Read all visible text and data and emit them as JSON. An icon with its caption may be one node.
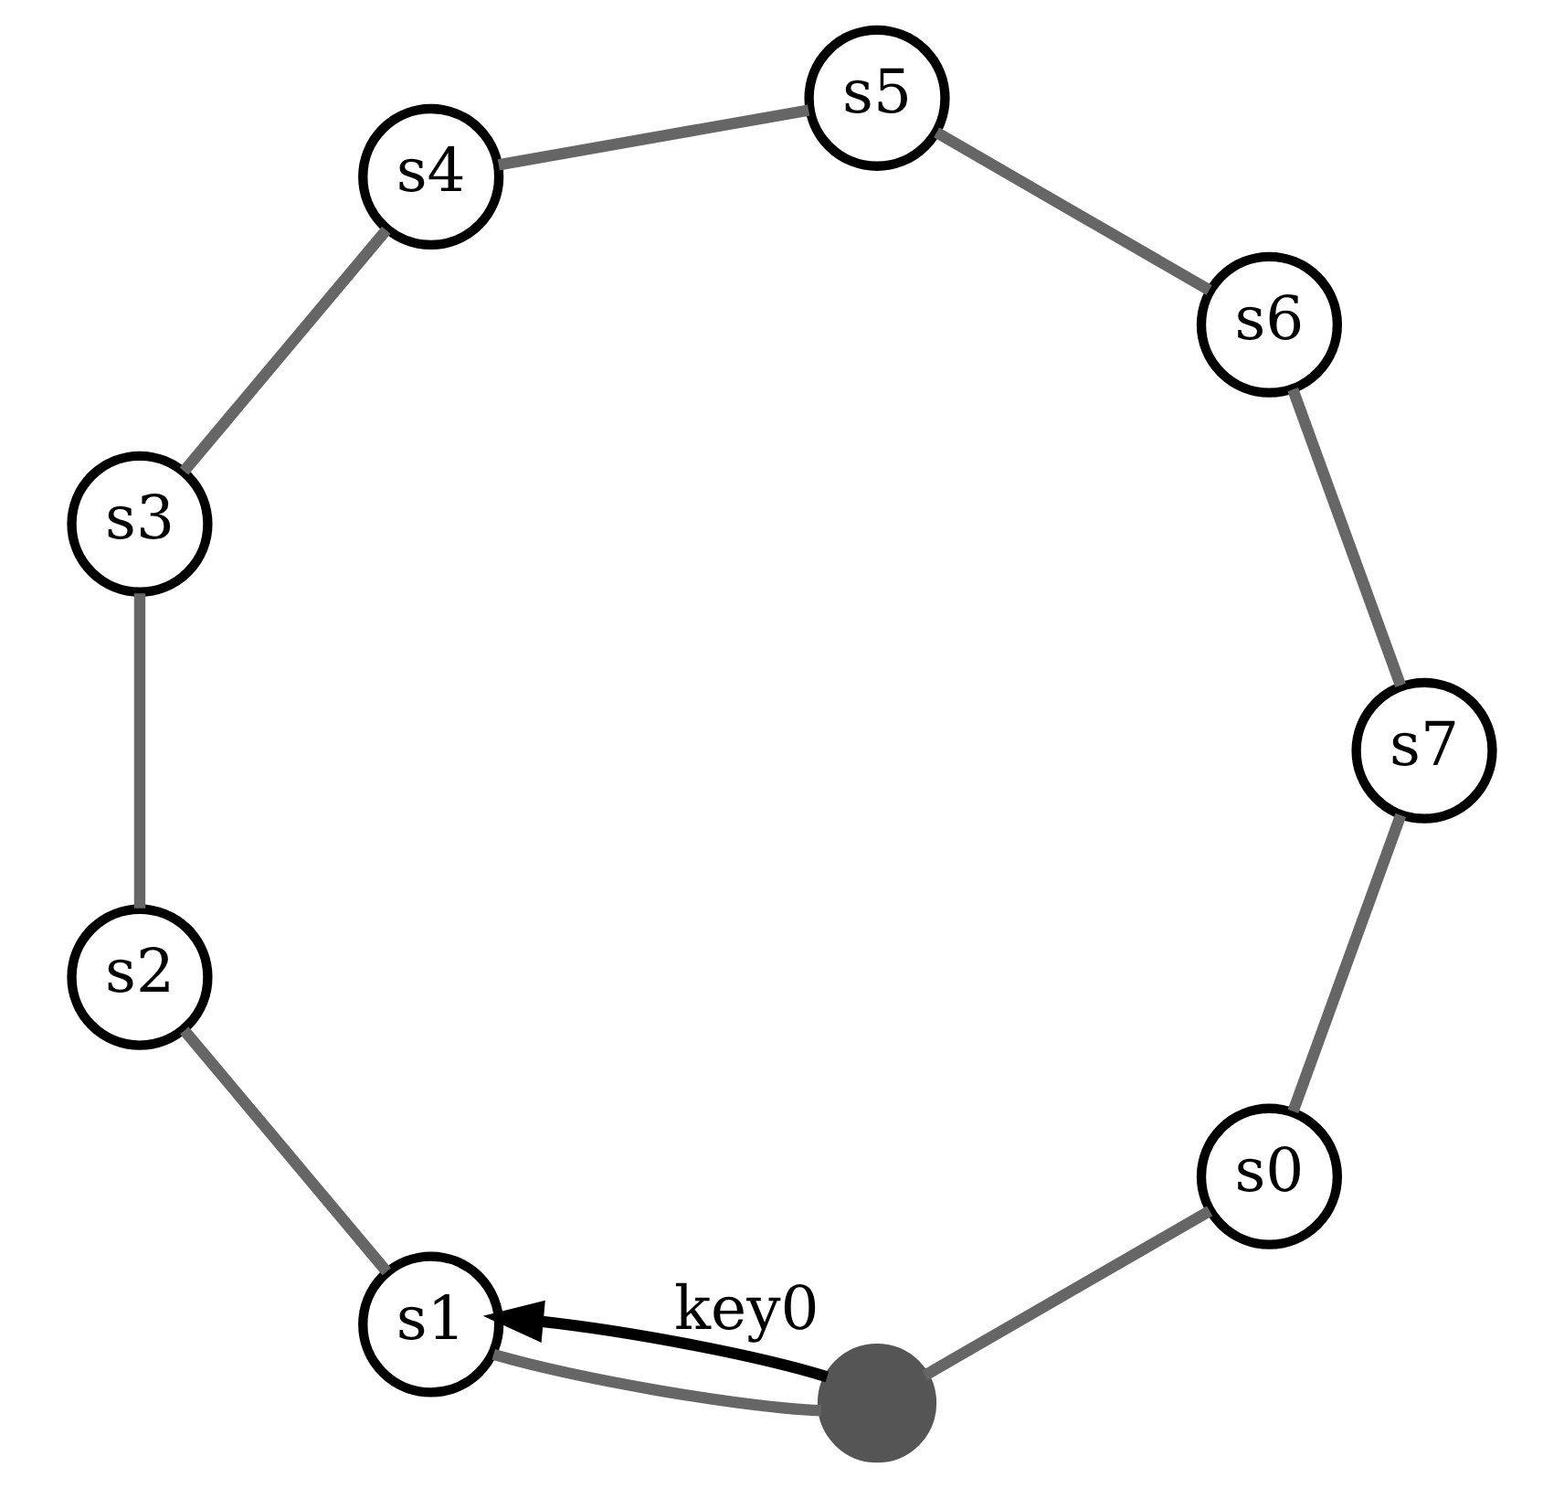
{
  "diagram": {
    "nodes": [
      {
        "text": [
          "s0"
        ]
      },
      {
        "text": [
          "s1"
        ]
      },
      {
        "text": [
          "s2"
        ]
      },
      {
        "text": [
          "s3"
        ]
      },
      {
        "text": [
          "s4"
        ]
      },
      {
        "text": [
          "s5"
        ]
      },
      {
        "text": [
          "s6"
        ]
      },
      {
        "text": [
          "s7"
        ]
      },
      {
        "text": [],
        "shape": "circle",
        "beside": [
          "key0"
        ]
      }
    ],
    "edges": [
      {
        "from": 0,
        "to": 8,
        "arrow": "none"
      },
      {
        "from": 8,
        "to": 1,
        "arrow": "none"
      },
      {
        "from": 1,
        "to": 2,
        "arrow": "none"
      },
      {
        "from": 2,
        "to": 3,
        "arrow": "none"
      },
      {
        "from": 3,
        "to": 4,
        "arrow": "none"
      },
      {
        "from": 4,
        "to": 5,
        "arrow": "none"
      },
      {
        "from": 5,
        "to": 6,
        "arrow": "none"
      },
      {
        "from": 6,
        "to": 7,
        "arrow": "none"
      },
      {
        "from": 7,
        "to": 0,
        "arrow": "none"
      },
      {
        "from": 8,
        "to": 1,
        "arrow": "to",
        "color": "#000000"
      }
    ]
  }
}
